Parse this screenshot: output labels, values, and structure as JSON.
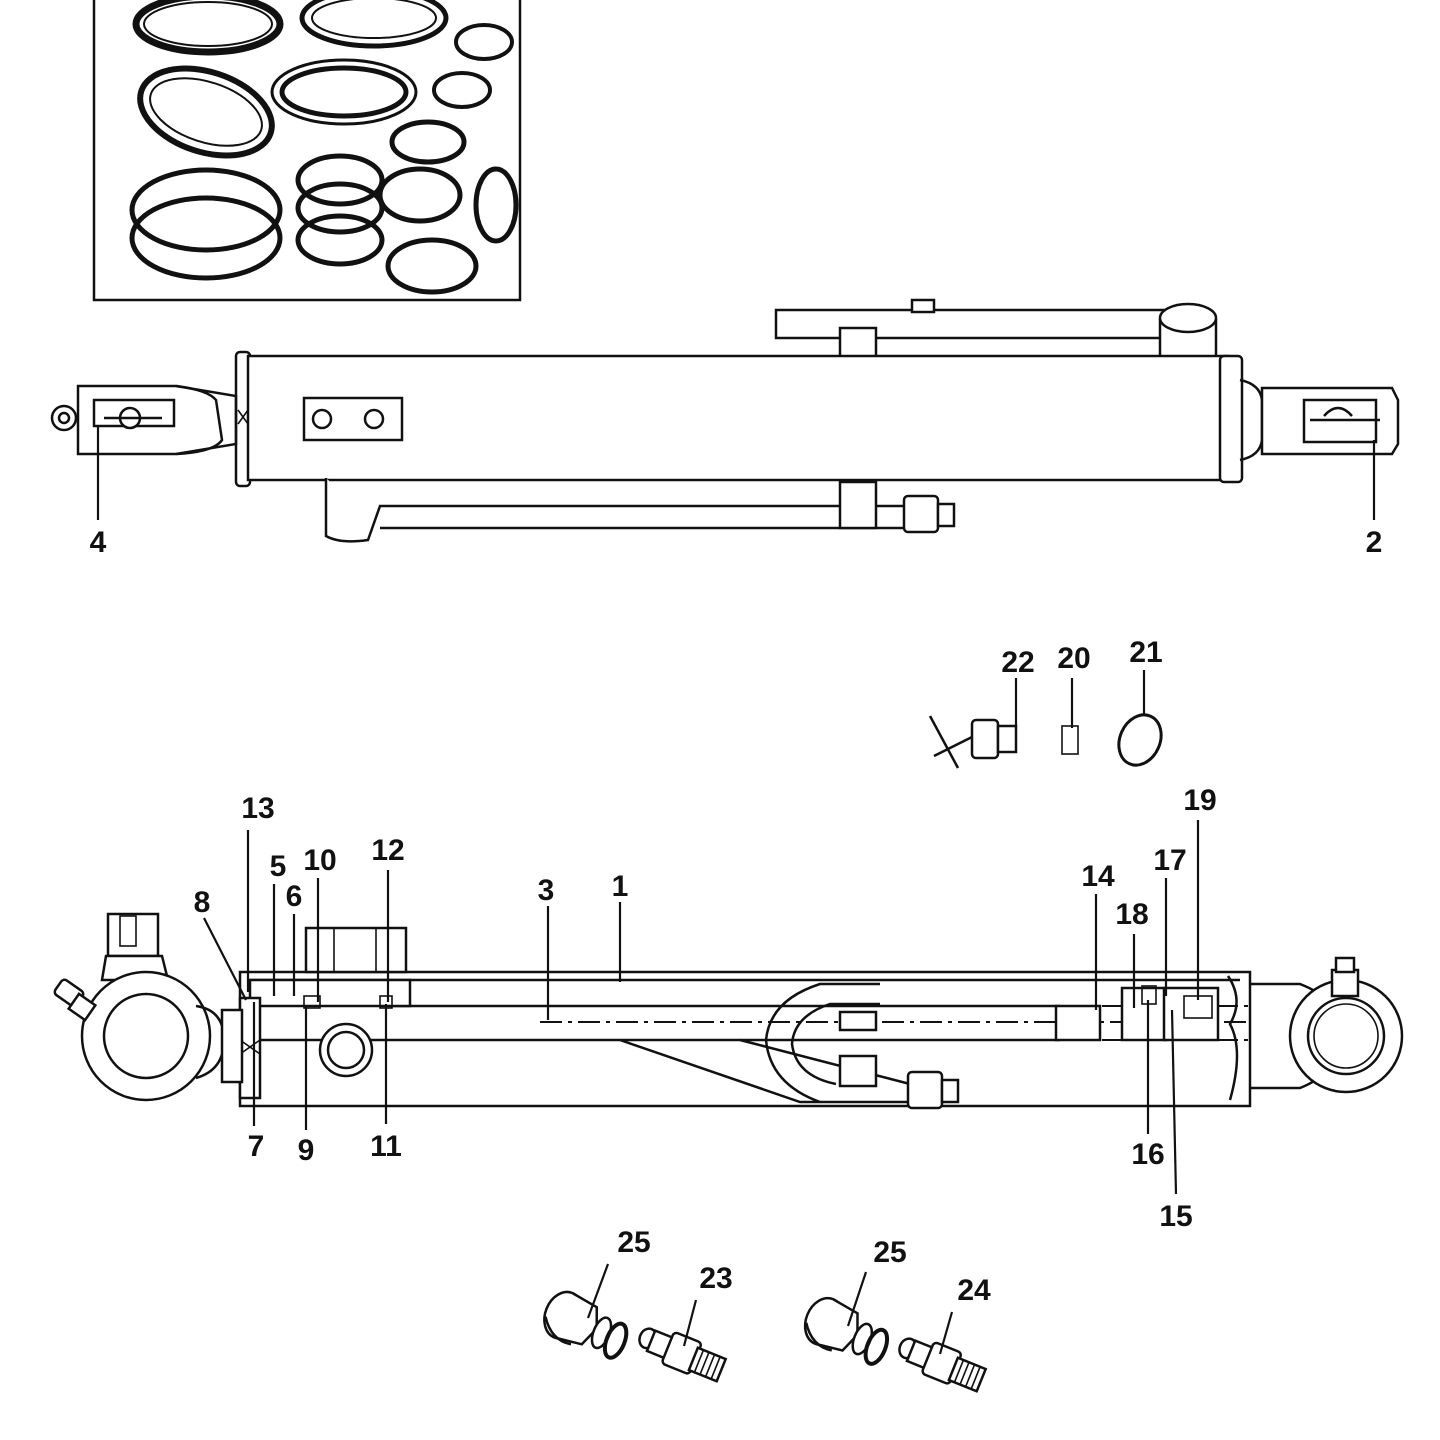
{
  "callouts": {
    "c1": "1",
    "c2": "2",
    "c3": "3",
    "c4": "4",
    "c5": "5",
    "c6": "6",
    "c7": "7",
    "c8": "8",
    "c9": "9",
    "c10": "10",
    "c11": "11",
    "c12": "12",
    "c13": "13",
    "c14": "14",
    "c15": "15",
    "c16": "16",
    "c17": "17",
    "c18": "18",
    "c19": "19",
    "c20": "20",
    "c21": "21",
    "c22": "22",
    "c23": "23",
    "c24": "24",
    "c25a": "25",
    "c25b": "25"
  }
}
